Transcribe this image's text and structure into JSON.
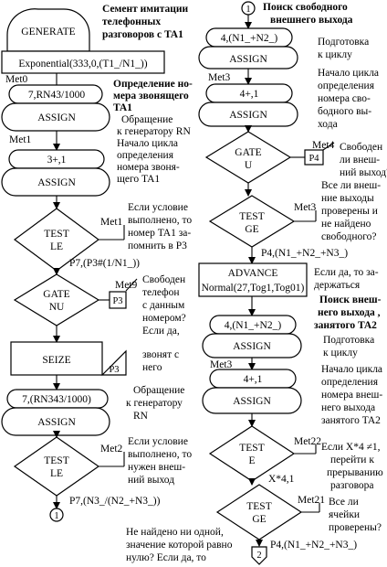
{
  "left": {
    "heading": [
      "Семент имитации",
      "телефонных",
      "разговоров с TA1"
    ],
    "generate": {
      "name": "GENERATE",
      "operand": "Exponential(333,0,(T1_/N1_))"
    },
    "assign1": {
      "label": "Met0",
      "operand": "7,RN43/1000",
      "name": "ASSIGN",
      "comment_bold": [
        "Определение но-",
        "мера звонящего",
        "TA1"
      ],
      "comment": [
        "Обращение",
        "к генератору RN",
        "Начало цикла",
        "определения",
        "номера звоня-",
        "щего TA1"
      ]
    },
    "assign2": {
      "label": "Met1",
      "operand": "3+,1",
      "name": "ASSIGN"
    },
    "test1": {
      "name": "TEST",
      "operand": "LE",
      "label": "Met1",
      "comment": [
        "Если условие",
        "выполнено, то",
        "номер TA1 за-",
        "помнить в P3"
      ],
      "below": "P7,(P3#(1/N1_))"
    },
    "gate1": {
      "name": "GATE",
      "operand": "NU",
      "label": "Met9",
      "box": "P3",
      "comment": [
        "Свободен",
        "телефон",
        "с данным",
        "номером?",
        "Если да,"
      ]
    },
    "seize": {
      "name": "SEIZE",
      "flag": "P3",
      "comment": [
        "звонят с",
        "него"
      ]
    },
    "assign3": {
      "operand": "7,(RN343/1000)",
      "name": "ASSIGN",
      "comment": [
        "Обращение",
        "к генератору",
        "RN"
      ]
    },
    "test2": {
      "name": "TEST",
      "operand": "LE",
      "label": "Met2",
      "comment": [
        "Если условие",
        "выполнено, то",
        "нужен внеш-",
        "ний выход"
      ],
      "below": "P7,(N3_/(N2_+N3_))"
    },
    "connector_out": "1"
  },
  "right": {
    "connector_in": "1",
    "heading": [
      "Поиск свободного",
      "внешнего выхода"
    ],
    "assign1": {
      "operand": "4,(N1_+N2_)",
      "name": "ASSIGN",
      "comment": [
        "Подготовка",
        "к циклу"
      ]
    },
    "label_met3": "Met3",
    "assign2": {
      "operand": "4+,1",
      "name": "ASSIGN",
      "comment": [
        "Начало цикла",
        "определения",
        "номера сво-",
        "бодного вы-",
        "хода"
      ]
    },
    "gate": {
      "name": "GATE",
      "operand": "U",
      "label": "Met4",
      "box": "P4",
      "comment": [
        "Свободен",
        "ли внеш-",
        "ний выход?"
      ]
    },
    "test1": {
      "name": "TEST",
      "operand": "GE",
      "label": "Met3",
      "comment": [
        "Все ли внеш-",
        "ние выходы",
        "проверены и",
        "не найдено",
        "свободного?"
      ],
      "below": "P4,(N1_+N2_+N3_)"
    },
    "advance": {
      "name": "ADVANCE",
      "operand": "Normal(27,Tog1,Tog01)",
      "comment": [
        "Если да, то за-",
        "держаться"
      ]
    },
    "heading2": [
      "Поиск внеш-",
      "него выхода ,",
      "занятого TA2"
    ],
    "assign3": {
      "operand": "4,(N1_+N2_)",
      "name": "ASSIGN",
      "comment": [
        "Подготовка",
        "к циклу"
      ]
    },
    "label_met3b": "Met3",
    "assign4": {
      "operand": "4+,1",
      "name": "ASSIGN",
      "comment": [
        "Начало цикла",
        "определения",
        "номера внеш-",
        "него выхода",
        "занятого TA2"
      ]
    },
    "test2": {
      "name": "TEST",
      "operand": "E",
      "label": "Met22",
      "comment": [
        "Если X*4 ≠1,",
        "перейти к",
        "прерыванию",
        "разговора"
      ],
      "below": "X*4,1"
    },
    "test3": {
      "name": "TEST",
      "operand": "GE",
      "label": "Met21",
      "comment": [
        "Все ли",
        "ячейки",
        "проверены?"
      ],
      "below": "P4,(N1_+N2_+N3_)"
    },
    "bottom_note": [
      "Не найдено ни одной,",
      "значение которой равно",
      "нулю? Если да, то"
    ],
    "connector_out": "2"
  }
}
